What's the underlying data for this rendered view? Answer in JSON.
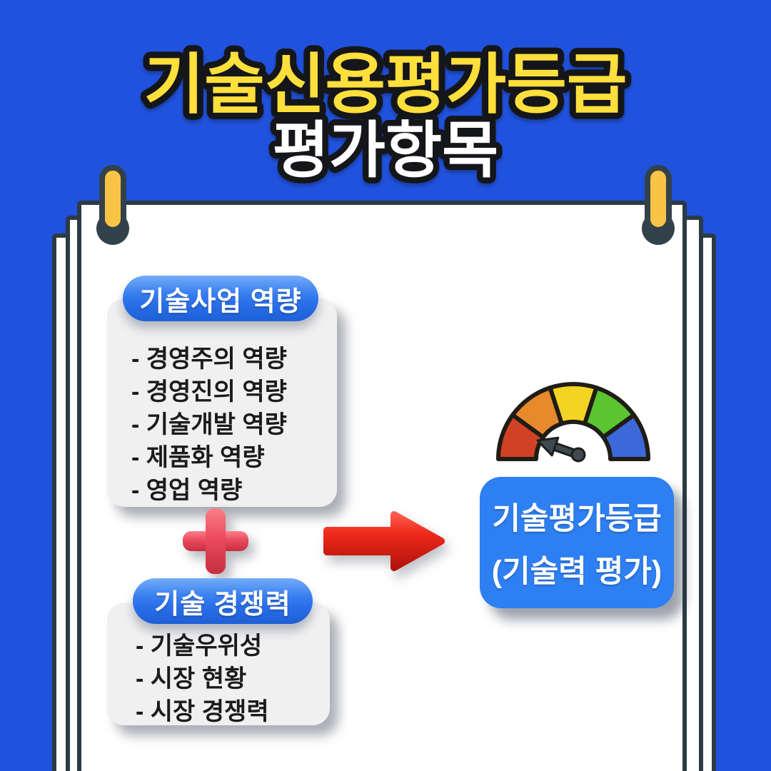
{
  "title": {
    "line1": "기술신용평가등급",
    "line2": "평가항목"
  },
  "sections": [
    {
      "heading": "기술사업 역량",
      "items": [
        "- 경영주의 역량",
        "- 경영진의 역량",
        "- 기술개발 역량",
        "- 제품화 역량",
        "- 영업 역량"
      ]
    },
    {
      "heading": "기술 경쟁력",
      "items": [
        "- 기술우위성",
        "- 시장 현황",
        "- 시장 경쟁력"
      ]
    }
  ],
  "result": {
    "line1": "기술평가등급",
    "line2": "(기술력 평가)"
  },
  "icons": {
    "plus": "plus-icon",
    "arrow": "arrow-right-icon",
    "gauge": "gauge-meter-icon",
    "pin_left": "push-pin-icon",
    "pin_right": "push-pin-icon"
  },
  "gauge": {
    "segment_colors": [
      "#d14224",
      "#e8892c",
      "#f4d422",
      "#5ac431",
      "#3c68d9"
    ],
    "needle_color": "#3f4a50",
    "needle_points_to": "red-low-segment"
  },
  "colors": {
    "background": "#2052dd",
    "title-yellow": "#ffdf3c",
    "title-white": "#ffffff",
    "outline-dark": "#15161a",
    "paper": "#ffffff",
    "paper-border": "#2c3b43",
    "pin-yellow": "#f8c445",
    "pin-dark": "#33424a",
    "card-gray": "#f0f0f1",
    "text-dark": "#1b1b1b",
    "result-blue": "#2e7ff1",
    "badge-blue": "#2e78ef",
    "plus-red": "#e8495a",
    "arrow-red": "#e02318",
    "gauge-outline": "#201c16",
    "needle": "#3f4a50"
  }
}
